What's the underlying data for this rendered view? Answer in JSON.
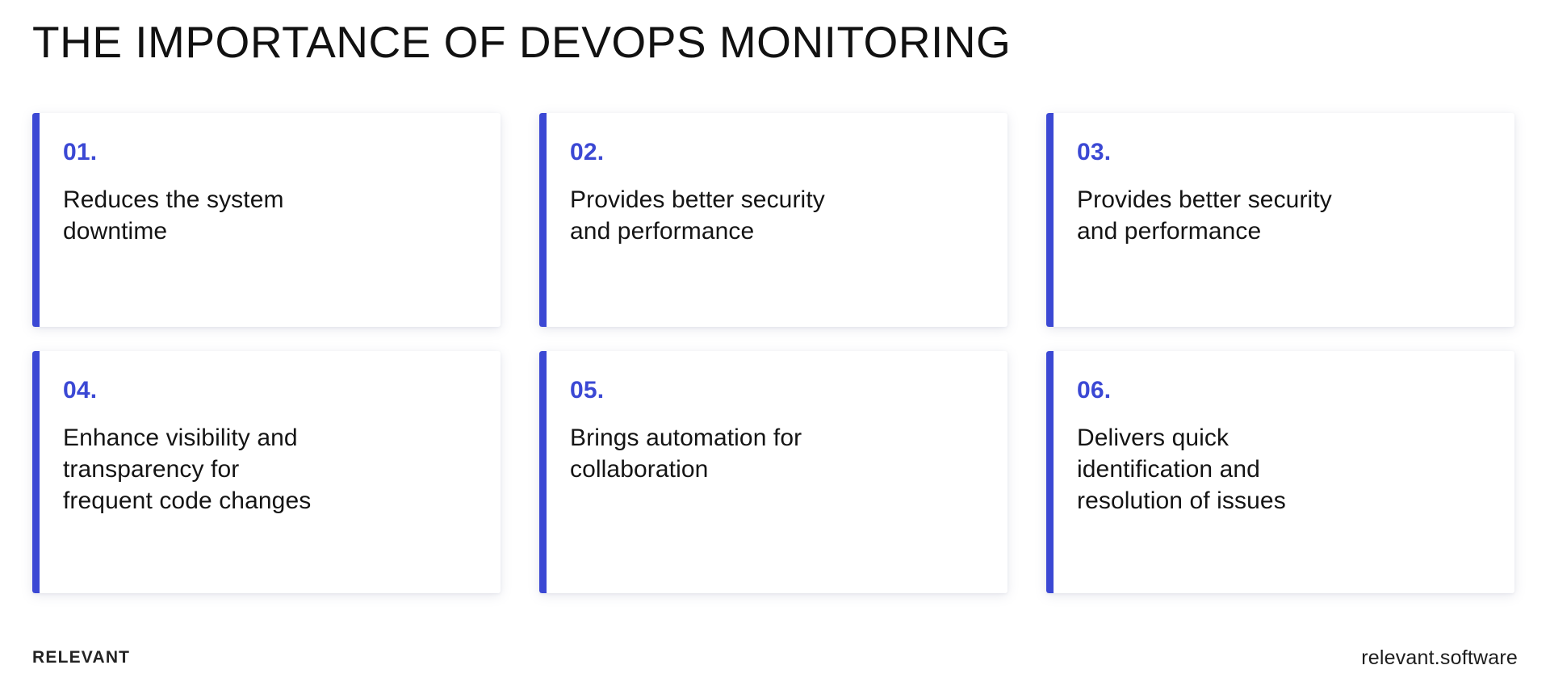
{
  "slide": {
    "title": "THE IMPORTANCE OF DEVOPS MONITORING",
    "accent_color": "#3B48D4",
    "background_color": "#FFFFFF",
    "text_color": "#141414"
  },
  "cards": [
    {
      "number": "01.",
      "text": "Reduces the system\ndowntime"
    },
    {
      "number": "02.",
      "text": "Provides better security\nand performance"
    },
    {
      "number": "03.",
      "text": "Provides better security\nand performance"
    },
    {
      "number": "04.",
      "text": "Enhance visibility and\ntransparency for\nfrequent code changes"
    },
    {
      "number": "05.",
      "text": "Brings automation for\ncollaboration"
    },
    {
      "number": "06.",
      "text": "Delivers quick\nidentification and\nresolution of issues"
    }
  ],
  "footer": {
    "logo": "RELEVANT",
    "url": "relevant.software"
  }
}
